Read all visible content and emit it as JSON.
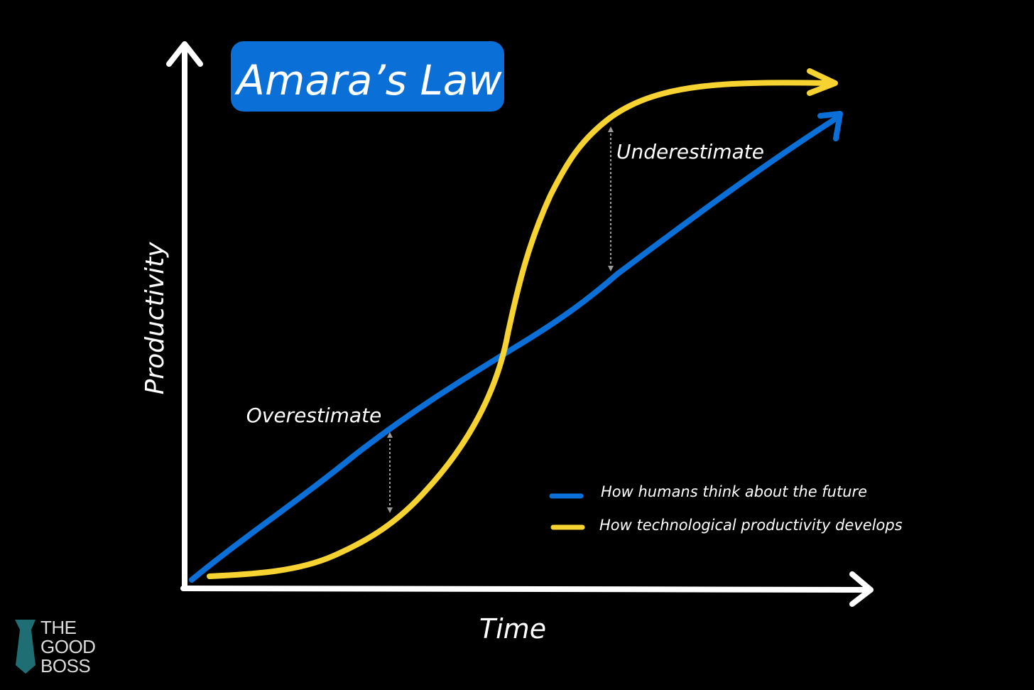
{
  "title": "Amara’s Law",
  "axes": {
    "x_label": "Time",
    "y_label": "Productivity"
  },
  "annotations": {
    "overestimate": "Overestimate",
    "underestimate": "Underestimate"
  },
  "legend": [
    {
      "label": "How humans think about the future",
      "color": "#0a6fd6"
    },
    {
      "label": "How technological productivity develops",
      "color": "#f7d331"
    }
  ],
  "colors": {
    "background": "#000000",
    "axis": "#ffffff",
    "title_box": "#0a6fd6",
    "human_line": "#0a6fd6",
    "tech_line": "#f7d331",
    "gap_arrow": "#9a9a9a",
    "logo_icon": "#1f6e73"
  },
  "logo": {
    "lines": [
      "THE",
      "GOOD",
      "BOSS"
    ],
    "icon": "necktie-icon"
  }
}
